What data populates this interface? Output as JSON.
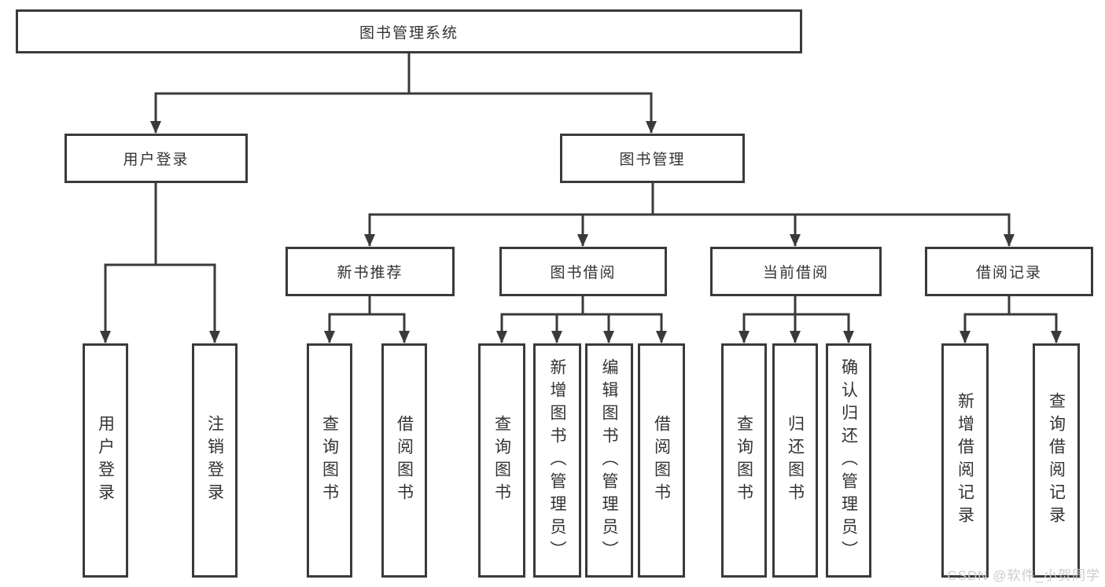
{
  "diagram_title": "图书管理系统",
  "watermark": "CSDN @软件_小贺同学",
  "colors": {
    "line": "#3a3a3a",
    "text": "#333333",
    "background": "#ffffff",
    "watermark": "#cccccc"
  },
  "tree": {
    "label": "图书管理系统",
    "children": [
      {
        "label": "用户登录",
        "children": [
          {
            "label": "用户登录"
          },
          {
            "label": "注销登录"
          }
        ]
      },
      {
        "label": "图书管理",
        "children": [
          {
            "label": "新书推荐",
            "children": [
              {
                "label": "查询图书"
              },
              {
                "label": "借阅图书"
              }
            ]
          },
          {
            "label": "图书借阅",
            "children": [
              {
                "label": "查询图书"
              },
              {
                "label": "新增图书（管理员）"
              },
              {
                "label": "编辑图书（管理员）"
              },
              {
                "label": "借阅图书"
              }
            ]
          },
          {
            "label": "当前借阅",
            "children": [
              {
                "label": "查询图书"
              },
              {
                "label": "归还图书"
              },
              {
                "label": "确认归还（管理员）"
              }
            ]
          },
          {
            "label": "借阅记录",
            "children": [
              {
                "label": "新增借阅记录"
              },
              {
                "label": "查询借阅记录"
              }
            ]
          }
        ]
      }
    ]
  }
}
